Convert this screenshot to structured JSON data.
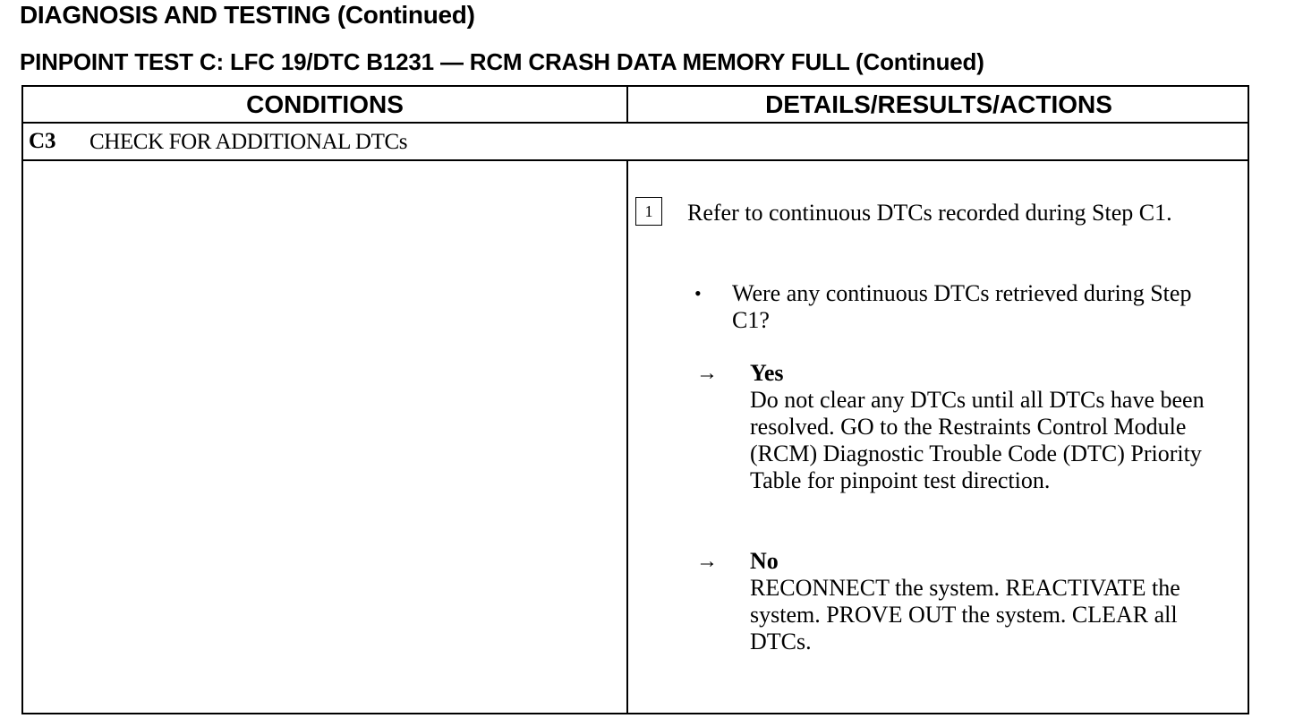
{
  "page": {
    "section_title": "DIAGNOSIS AND TESTING (Continued)",
    "test_title": "PINPOINT TEST C: LFC 19/DTC B1231 — RCM CRASH DATA MEMORY FULL (Continued)"
  },
  "table": {
    "headers": {
      "conditions": "CONDITIONS",
      "details": "DETAILS/RESULTS/ACTIONS"
    },
    "step": {
      "id": "C3",
      "title": "CHECK FOR ADDITIONAL DTCs"
    },
    "details": {
      "action_number": "1",
      "instruction": "Refer to continuous DTCs recorded during Step C1.",
      "bullet_symbol": "•",
      "question": "Were any continuous DTCs retrieved during Step C1?",
      "arrow_symbol": "→",
      "yes_label": "Yes",
      "yes_text": "Do not clear any DTCs until all DTCs have been resolved. GO to the Restraints Control Module (RCM) Diagnostic Trouble Code (DTC) Priority Table for pinpoint test direction.",
      "no_label": "No",
      "no_text": "RECONNECT the system. REACTIVATE the system. PROVE OUT the system. CLEAR all DTCs."
    }
  }
}
